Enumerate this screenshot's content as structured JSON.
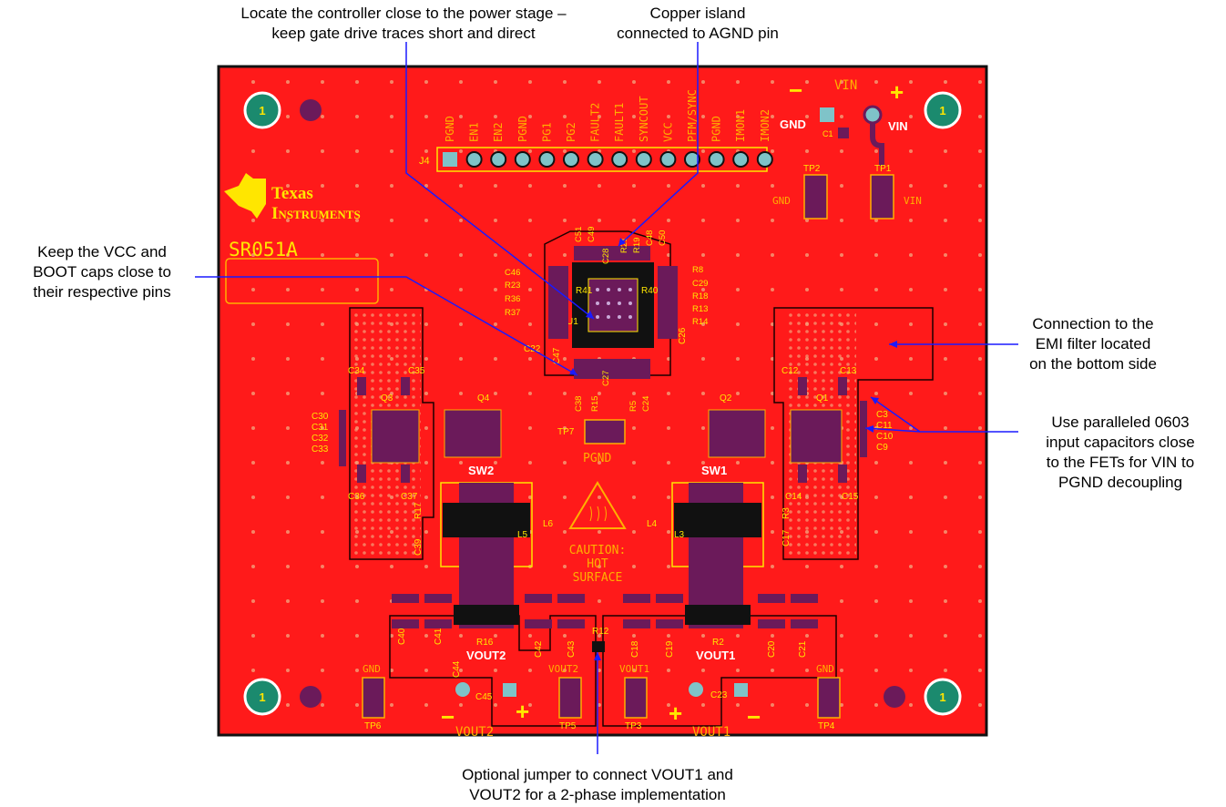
{
  "callouts": {
    "controller": "Locate the controller close to the power stage –\nkeep gate drive traces short and direct",
    "copper": "Copper island\nconnected to AGND pin",
    "vcc_boot": "Keep the VCC and\nBOOT caps close to\ntheir respective pins",
    "emi": "Connection to the\nEMI filter located\non the bottom side",
    "input_caps": "Use paralleled 0603\ninput capacitors close\nto the FETs for VIN to\nPGND decoupling",
    "jumper": "Optional jumper to connect VOUT1 and\nVOUT2 for a 2-phase implementation"
  },
  "board": {
    "logo_line1": "Texas",
    "logo_line2": "Instruments",
    "board_id": "SR051A",
    "connector_ref": "J4",
    "header_pins": [
      "PGND",
      "EN1",
      "EN2",
      "PGND",
      "PG1",
      "PG2",
      "FAULT2",
      "FAULT1",
      "SYNCOUT",
      "VCC",
      "PFM/SYNC",
      "PGND",
      "IMON1",
      "IMON2"
    ],
    "mount_hole_label": "1",
    "vin_title": "VIN",
    "gnd_label": "GND",
    "vin_label": "VIN",
    "minus_sign": "−",
    "plus_sign": "+",
    "tp1": "TP1",
    "tp2": "TP2",
    "tp3": "TP3",
    "tp4": "TP4",
    "tp5": "TP5",
    "tp6": "TP6",
    "tp7": "TP7",
    "tp2_side": "GND",
    "tp1_side": "VIN",
    "pgnd_label": "PGND",
    "sw1": "SW1",
    "sw2": "SW2",
    "vout1_bold": "VOUT1",
    "vout2_bold": "VOUT2",
    "vout1_title": "VOUT1",
    "vout2_title": "VOUT2",
    "tp_vout1": "VOUT1",
    "tp_vout2": "VOUT2",
    "tp_gnd_left": "GND",
    "tp_gnd_right": "GND",
    "caution": [
      "CAUTION:",
      "HOT",
      "SURFACE"
    ],
    "ref_u1": "U1",
    "ref_q1": "Q1",
    "ref_q2": "Q2",
    "ref_q3": "Q3",
    "ref_q4": "Q4",
    "ref_l3": "L3",
    "ref_l4": "L4",
    "ref_l5": "L5",
    "ref_l6": "L6",
    "ref_r2": "R2",
    "ref_r12": "R12",
    "ref_r16": "R16",
    "refs_left_caps": [
      "C30",
      "C31",
      "C32",
      "C33"
    ],
    "refs_right_caps": [
      "C3",
      "C11",
      "C10",
      "C9"
    ],
    "refs_ic_left": [
      "C46",
      "R23",
      "R36",
      "R37"
    ],
    "refs_ic_right": [
      "R8",
      "C29",
      "R18",
      "R13",
      "R14"
    ],
    "refs_ic_top": [
      "C51",
      "C49",
      "C28",
      "R21",
      "R19",
      "C48",
      "C50"
    ],
    "refs_ic_bottom": [
      "C38",
      "R15",
      "C27",
      "R5",
      "C24"
    ],
    "refs_misc": [
      "R41",
      "R40",
      "C22",
      "C47",
      "C26",
      "C34",
      "C35",
      "C12",
      "C13",
      "C36",
      "C37",
      "C14",
      "C15",
      "R17",
      "C39",
      "R3",
      "C17",
      "C40",
      "C41",
      "C42",
      "C43",
      "C18",
      "C19",
      "C20",
      "C21",
      "C44",
      "C45",
      "C23",
      "C1"
    ]
  }
}
